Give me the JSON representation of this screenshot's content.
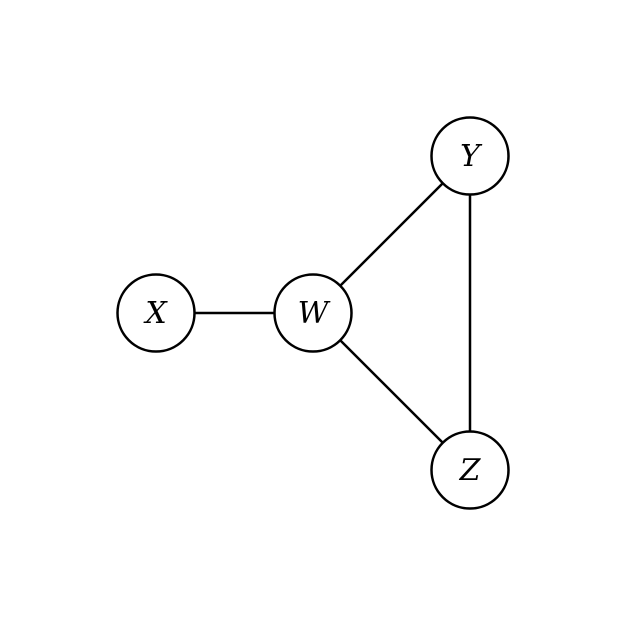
{
  "diagram": {
    "nodes": [
      {
        "id": "X",
        "label": "X"
      },
      {
        "id": "W",
        "label": "W"
      },
      {
        "id": "Y",
        "label": "Y"
      },
      {
        "id": "Z",
        "label": "Z"
      }
    ],
    "edges": [
      {
        "from": "X",
        "to": "W"
      },
      {
        "from": "W",
        "to": "Y"
      },
      {
        "from": "W",
        "to": "Z"
      },
      {
        "from": "Y",
        "to": "Z"
      }
    ],
    "stroke_color": "#000000"
  }
}
